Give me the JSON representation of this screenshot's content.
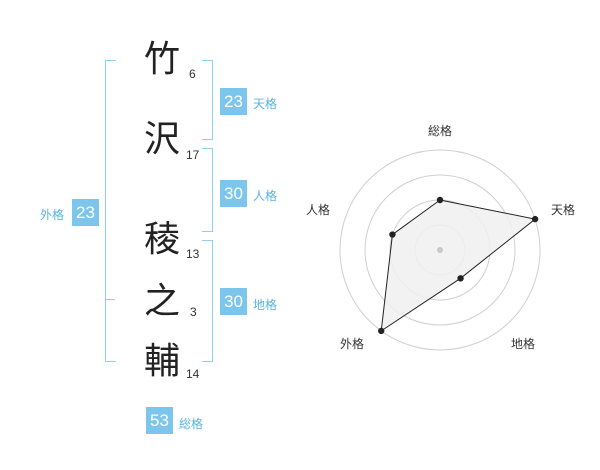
{
  "name_chars": [
    {
      "char": "竹",
      "strokes": "6"
    },
    {
      "char": "沢",
      "strokes": "17"
    },
    {
      "char": "稜",
      "strokes": "13"
    },
    {
      "char": "之",
      "strokes": "3"
    },
    {
      "char": "輔",
      "strokes": "14"
    }
  ],
  "scores": {
    "tenkaku": {
      "label": "天格",
      "value": "23"
    },
    "jinkaku": {
      "label": "人格",
      "value": "30"
    },
    "chikaku": {
      "label": "地格",
      "value": "30"
    },
    "gaikaku": {
      "label": "外格",
      "value": "23"
    },
    "soukaku": {
      "label": "総格",
      "value": "53"
    }
  },
  "chart_data": {
    "type": "radar",
    "axes": [
      "総格",
      "天格",
      "地格",
      "外格",
      "人格"
    ],
    "values": [
      2,
      4,
      1.4,
      4,
      2
    ],
    "max": 4,
    "rings": 4,
    "colors": {
      "fill": "#f0f0f0",
      "line": "#222222",
      "grid": "#cfcfcf",
      "center": "#c8c8c8"
    }
  }
}
